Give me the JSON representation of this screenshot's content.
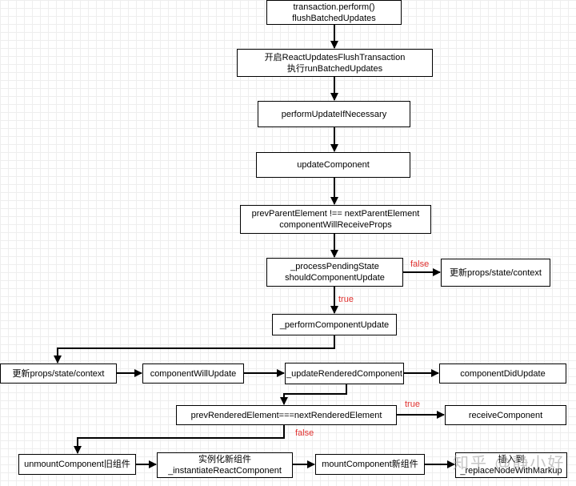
{
  "nodes": {
    "n1": [
      "transaction.perform()",
      "flushBatchedUpdates"
    ],
    "n2": [
      "开启ReactUpdatesFlushTransaction",
      "执行runBatchedUpdates"
    ],
    "n3": [
      "performUpdateIfNecessary"
    ],
    "n4": [
      "updateComponent"
    ],
    "n5": [
      "prevParentElement !== nextParentElement",
      "componentWillReceiveProps"
    ],
    "n6": [
      "_processPendingState",
      "shouldComponentUpdate"
    ],
    "n7": [
      "更新props/state/context"
    ],
    "n8": [
      "_performComponentUpdate"
    ],
    "n9": [
      "更新props/state/context"
    ],
    "n10": [
      "componentWillUpdate"
    ],
    "n11": [
      "_updateRenderedComponent"
    ],
    "n12": [
      "componentDidUpdate"
    ],
    "n13": [
      "prevRenderedElement===nextRenderedElement"
    ],
    "n14": [
      "receiveComponent"
    ],
    "n15": [
      "unmountComponent旧组件"
    ],
    "n16": [
      "实例化新组件",
      "_instantiateReactComponent"
    ],
    "n17": [
      "mountComponent新组件"
    ],
    "n18": [
      "插入到",
      "_replaceNodeWithMarkup"
    ]
  },
  "edge_labels": {
    "false1": "false",
    "true1": "true",
    "true2": "true",
    "false2": "false"
  },
  "watermark": "知乎 @静小好",
  "colors": {
    "stroke": "#000000",
    "label": "#e0302e"
  }
}
